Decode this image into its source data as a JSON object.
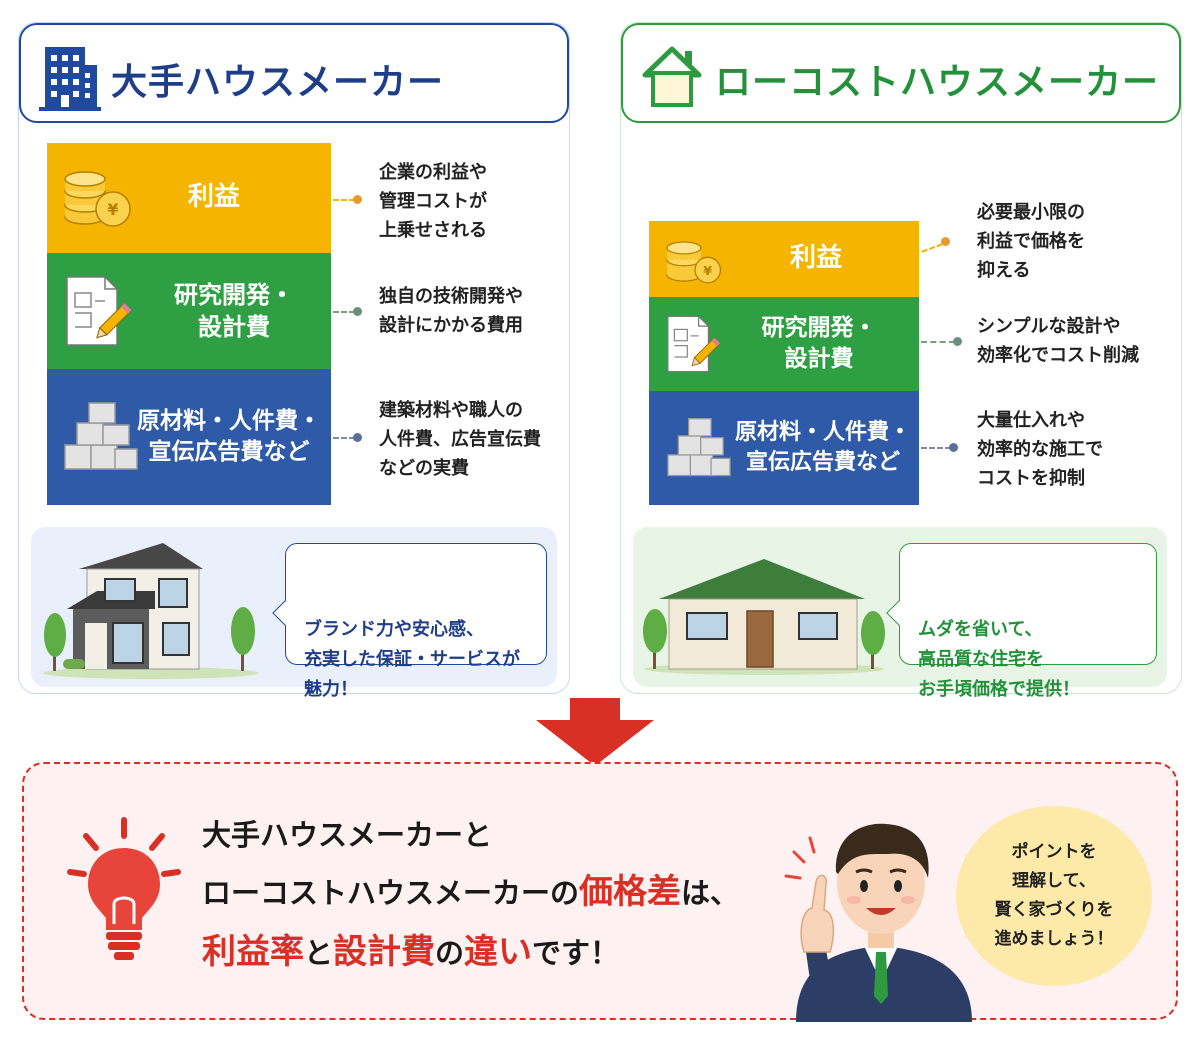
{
  "colors": {
    "profit": "#f4b400",
    "rd": "#2ea043",
    "cost": "#2f5aa8",
    "major_accent": "#1f4aa0",
    "lowcost_accent": "#2e9a3f",
    "conclusion_red": "#d93025"
  },
  "major": {
    "title": "大手ハウスメーカー",
    "icon": "building-icon",
    "blocks": [
      {
        "label": "利益",
        "icon": "coins-icon",
        "note": "企業の利益や\n管理コストが\n上乗せされる"
      },
      {
        "label": "研究開発・\n設計費",
        "icon": "blueprint-pencil-icon",
        "note": "独自の技術開発や\n設計にかかる費用"
      },
      {
        "label": "原材料・人件費・\n宣伝広告費など",
        "icon": "blocks-icon",
        "note": "建築材料や職人の\n人件費、広告宣伝費\nなどの実費"
      }
    ],
    "bubble": "ブランド力や安心感、\n充実した保証・サービスが\n魅力！",
    "house_icon": "two-story-house-icon"
  },
  "lowcost": {
    "title": "ローコストハウスメーカー",
    "icon": "house-outline-icon",
    "blocks": [
      {
        "label": "利益",
        "icon": "coins-icon",
        "note": "必要最小限の\n利益で価格を\n抑える"
      },
      {
        "label": "研究開発・\n設計費",
        "icon": "blueprint-pencil-icon",
        "note": "シンプルな設計や\n効率化でコスト削減"
      },
      {
        "label": "原材料・人件費・\n宣伝広告費など",
        "icon": "blocks-icon",
        "note": "大量仕入れや\n効率的な施工で\nコストを抑制"
      }
    ],
    "bubble": "ムダを省いて、\n高品質な住宅を\nお手頃価格で提供！",
    "house_icon": "one-story-house-icon"
  },
  "conclusion": {
    "line1": "大手ハウスメーカーと",
    "line2_a": "ローコストハウスメーカーの",
    "line2_b": "価格差",
    "line2_c": "は、",
    "line3_a": "利益率",
    "line3_b": "と",
    "line3_c": "設計費",
    "line3_d": "の",
    "line3_e": "違い",
    "line3_f": "です！",
    "tip": "ポイントを\n理解して、\n賢く家づくりを\n進めましょう！",
    "bulb_icon": "lightbulb-icon",
    "person_icon": "businessman-pointing-icon"
  }
}
